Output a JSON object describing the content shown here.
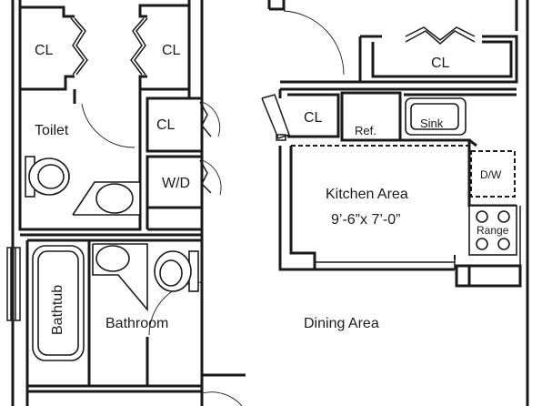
{
  "rooms": {
    "closet_1": "CL",
    "closet_2": "CL",
    "closet_3": "CL",
    "closet_4": "CL",
    "closet_5": "CL",
    "toilet": "Toilet",
    "washer_dryer": "W/D",
    "refrigerator": "Ref.",
    "sink": "Sink",
    "dishwasher": "D/W",
    "range": "Range",
    "kitchen": "Kitchen Area",
    "kitchen_size": "9’-6”x 7’-0”",
    "bathtub": "Bathtub",
    "bathroom": "Bathroom",
    "dining": "Dining Area"
  }
}
